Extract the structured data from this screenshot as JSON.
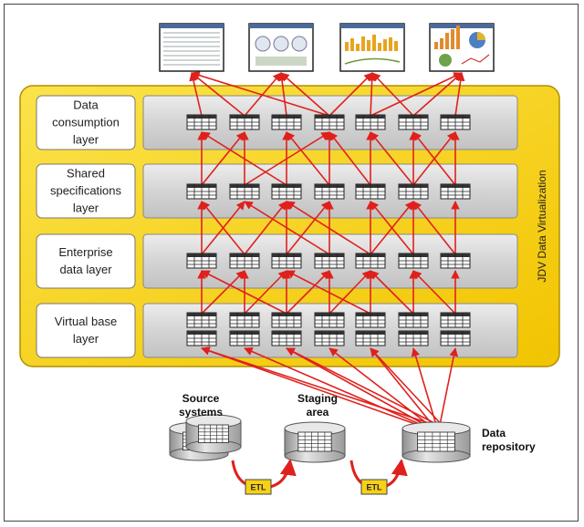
{
  "layers": [
    {
      "label": "Data\nconsumption\nlayer"
    },
    {
      "label": "Shared\nspecifications\nlayer"
    },
    {
      "label": "Enterprise\ndata layer"
    },
    {
      "label": "Virtual base\nlayer"
    }
  ],
  "vertical_label": "JDV Data Virtualization",
  "sources": {
    "source_systems": "Source\nsystems",
    "staging_area": "Staging\narea",
    "data_repository": "Data\nrepository",
    "etl_label": "ETL"
  },
  "colors": {
    "accent_yellow": "#f7d117",
    "arrow_red": "#e0201c",
    "layer_gray": "#d9d9d9"
  }
}
